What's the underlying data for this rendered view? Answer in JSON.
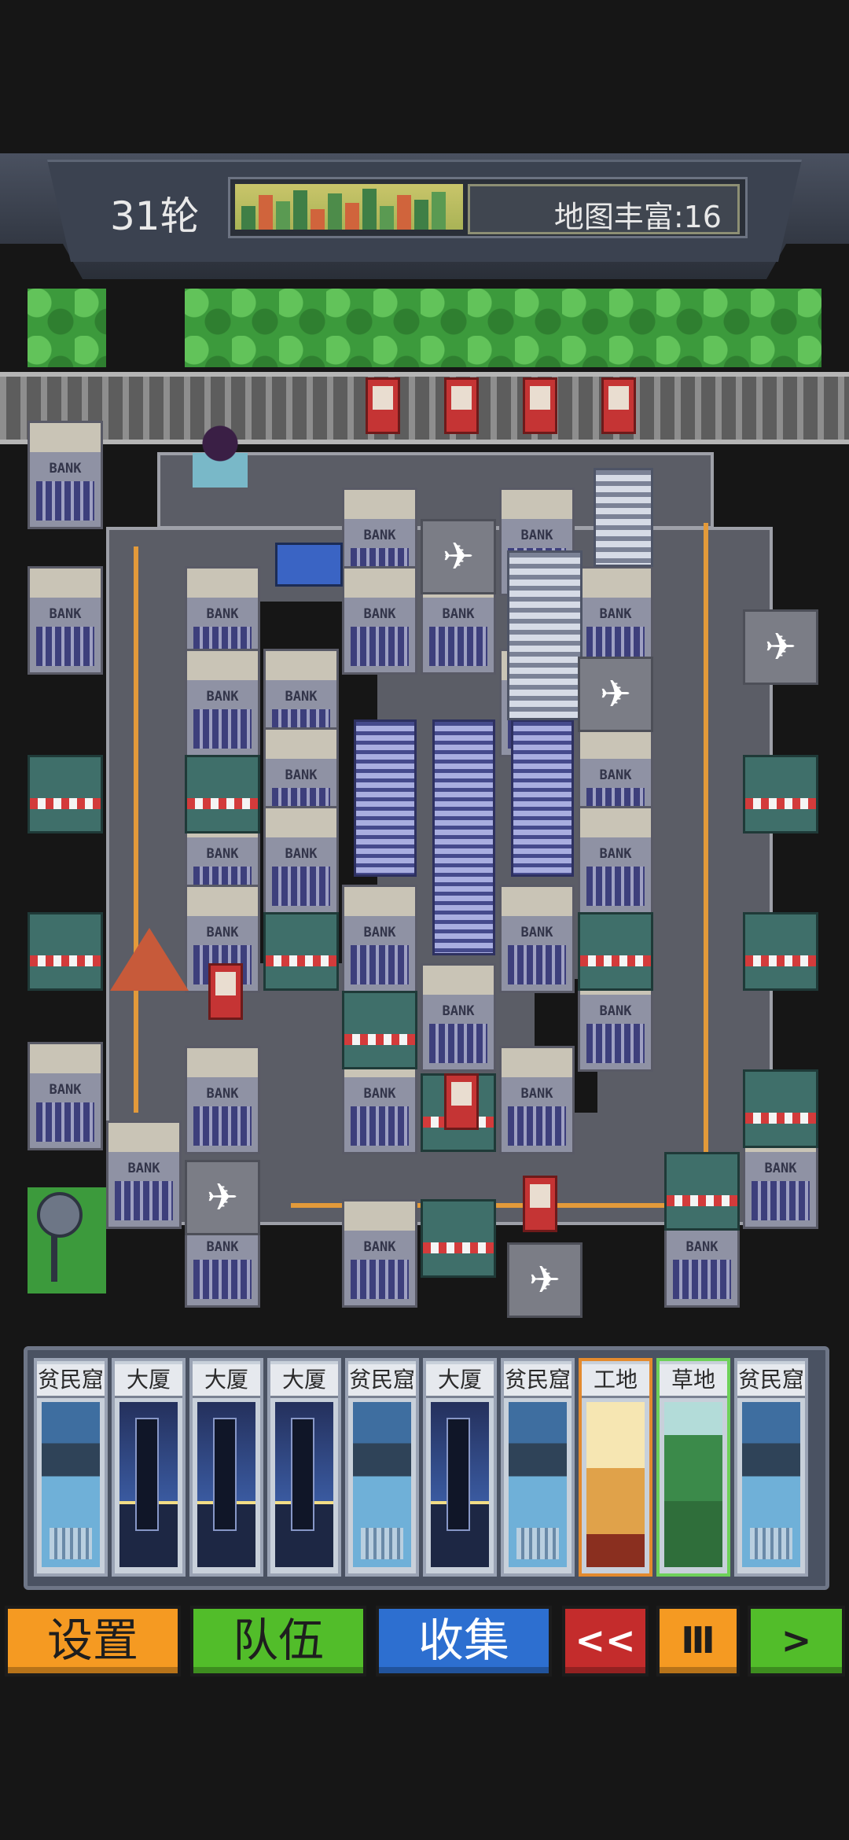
{
  "header": {
    "round": "31轮",
    "map_richness": "地图丰富:16"
  },
  "bank_sign": "BANK",
  "cards": [
    {
      "label": "贫民窟",
      "art": "slum"
    },
    {
      "label": "大厦",
      "art": "tower"
    },
    {
      "label": "大厦",
      "art": "tower"
    },
    {
      "label": "大厦",
      "art": "tower"
    },
    {
      "label": "贫民窟",
      "art": "slum"
    },
    {
      "label": "大厦",
      "art": "tower"
    },
    {
      "label": "贫民窟",
      "art": "slum"
    },
    {
      "label": "工地",
      "art": "site"
    },
    {
      "label": "草地",
      "art": "grass"
    },
    {
      "label": "贫民窟",
      "art": "slum"
    }
  ],
  "buttons": {
    "settings": "设置",
    "team": "队伍",
    "collect": "收集",
    "rewind": "<<",
    "pause": "Ⅲ",
    "forward": ">"
  },
  "colors": {
    "settings": "#f59a22",
    "team": "#52bd2a",
    "collect": "#2d6fd0",
    "rewind": "#c42c2c",
    "pause": "#f59a22",
    "forward": "#52bd2a"
  },
  "icons": {
    "airplane": "airplane-icon",
    "satellite": "satellite-dish-icon",
    "tent": "tent-icon",
    "hero": "hero-character-icon"
  }
}
